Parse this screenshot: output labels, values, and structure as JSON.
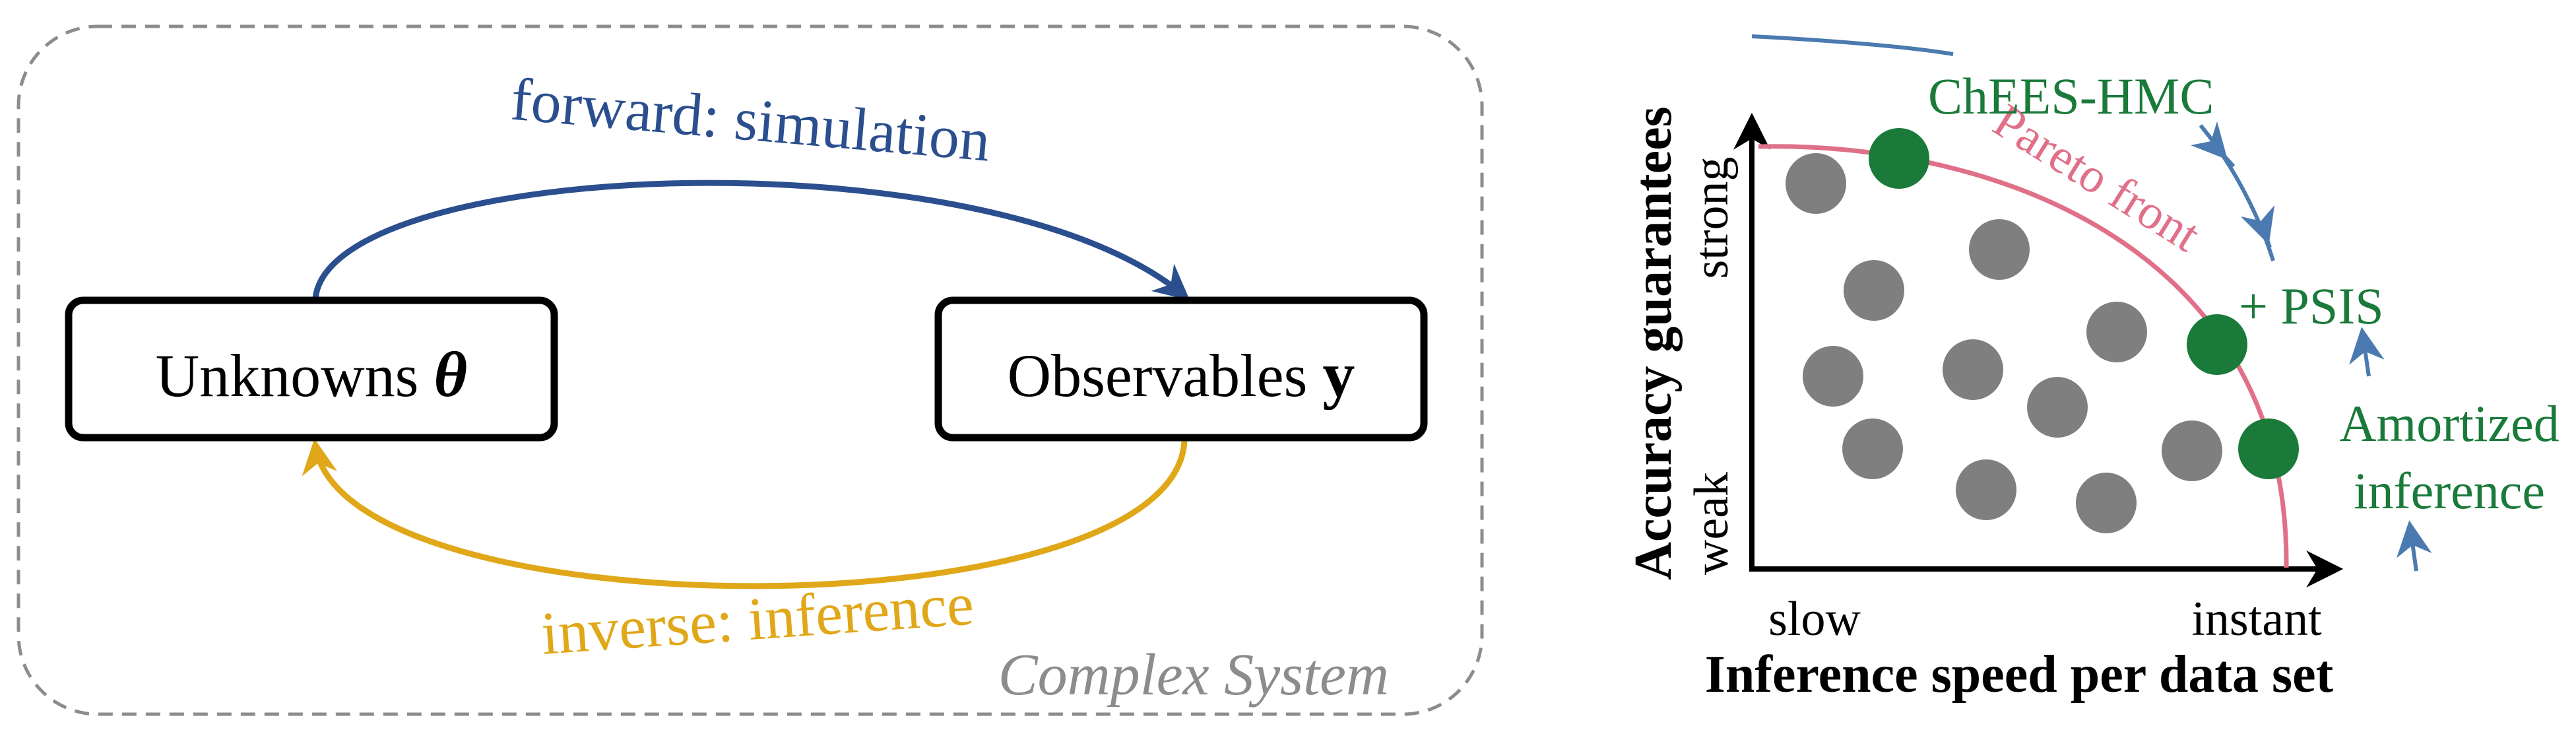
{
  "left_panel": {
    "frame_label": "Complex System",
    "forward_label": "forward: simulation",
    "inverse_label": "inverse: inference",
    "unknowns_label": "Unknowns ",
    "unknowns_symbol": "θ",
    "observables_label": "Observables ",
    "observables_symbol": "y"
  },
  "right_panel": {
    "y_axis_title": "Accuracy guarantees",
    "y_tick_strong": "strong",
    "y_tick_weak": "weak",
    "x_axis_title": "Inference speed per data set",
    "x_tick_slow": "slow",
    "x_tick_instant": "instant",
    "pareto_label": "Pareto front",
    "highlight_labels": {
      "chees": "ChEES-HMC",
      "psis": "+ PSIS",
      "amortized_line1": "Amortized",
      "amortized_line2": "inference"
    }
  },
  "colors": {
    "forward": "#2b4f8e",
    "inverse": "#e0a718",
    "pareto": "#e07088",
    "highlight": "#1a7a3a",
    "method_gray": "#7f7f7f",
    "frame_dash": "#8c8c8c",
    "frame_label": "#8c8c8c",
    "arrow_blue": "#4a7ab0"
  }
}
